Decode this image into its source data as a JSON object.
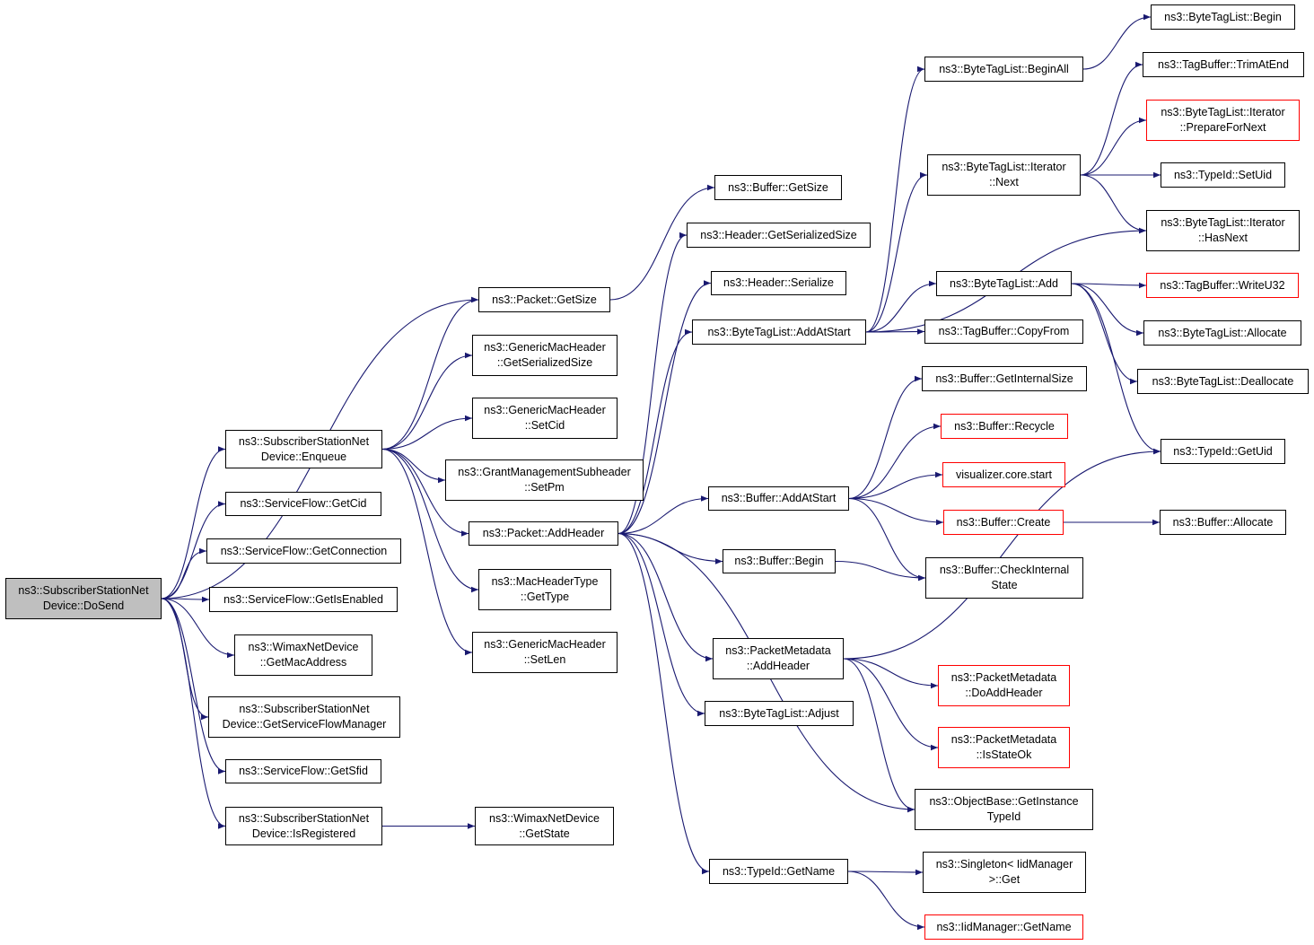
{
  "colors": {
    "edge": "#191970",
    "border": "#000000",
    "truncated": "#ff0000",
    "root_fill": "#bfbfbf"
  },
  "nodes": [
    {
      "id": "dosend",
      "lines": [
        "ns3::SubscriberStationNet",
        "Device::DoSend"
      ],
      "root": true
    },
    {
      "id": "enqueue",
      "lines": [
        "ns3::SubscriberStationNet",
        "Device::Enqueue"
      ]
    },
    {
      "id": "sf_getcid",
      "lines": [
        "ns3::ServiceFlow::GetCid"
      ]
    },
    {
      "id": "sf_getconnection",
      "lines": [
        "ns3::ServiceFlow::GetConnection"
      ]
    },
    {
      "id": "sf_getisenabled",
      "lines": [
        "ns3::ServiceFlow::GetIsEnabled"
      ]
    },
    {
      "id": "wimax_getmac",
      "lines": [
        "ns3::WimaxNetDevice",
        "::GetMacAddress"
      ]
    },
    {
      "id": "ss_getsfm",
      "lines": [
        "ns3::SubscriberStationNet",
        "Device::GetServiceFlowManager"
      ]
    },
    {
      "id": "sf_getsfid",
      "lines": [
        "ns3::ServiceFlow::GetSfid"
      ]
    },
    {
      "id": "ss_isregistered",
      "lines": [
        "ns3::SubscriberStationNet",
        "Device::IsRegistered"
      ]
    },
    {
      "id": "wimax_getstate",
      "lines": [
        "ns3::WimaxNetDevice",
        "::GetState"
      ]
    },
    {
      "id": "packet_getsize",
      "lines": [
        "ns3::Packet::GetSize"
      ]
    },
    {
      "id": "gmh_getserializedsize",
      "lines": [
        "ns3::GenericMacHeader",
        "::GetSerializedSize"
      ]
    },
    {
      "id": "gmh_setcid",
      "lines": [
        "ns3::GenericMacHeader",
        "::SetCid"
      ]
    },
    {
      "id": "gms_setpm",
      "lines": [
        "ns3::GrantManagementSubheader",
        "::SetPm"
      ]
    },
    {
      "id": "packet_addheader",
      "lines": [
        "ns3::Packet::AddHeader"
      ]
    },
    {
      "id": "mht_gettype",
      "lines": [
        "ns3::MacHeaderType",
        "::GetType"
      ]
    },
    {
      "id": "gmh_setlen",
      "lines": [
        "ns3::GenericMacHeader",
        "::SetLen"
      ]
    },
    {
      "id": "buffer_getsize",
      "lines": [
        "ns3::Buffer::GetSize"
      ]
    },
    {
      "id": "header_getserializedsize",
      "lines": [
        "ns3::Header::GetSerializedSize"
      ]
    },
    {
      "id": "header_serialize",
      "lines": [
        "ns3::Header::Serialize"
      ]
    },
    {
      "id": "btl_addatstart",
      "lines": [
        "ns3::ByteTagList::AddAtStart"
      ]
    },
    {
      "id": "buffer_addatstart",
      "lines": [
        "ns3::Buffer::AddAtStart"
      ]
    },
    {
      "id": "buffer_begin",
      "lines": [
        "ns3::Buffer::Begin"
      ]
    },
    {
      "id": "pm_addheader",
      "lines": [
        "ns3::PacketMetadata",
        "::AddHeader"
      ]
    },
    {
      "id": "btl_adjust",
      "lines": [
        "ns3::ByteTagList::Adjust"
      ]
    },
    {
      "id": "typeid_getname",
      "lines": [
        "ns3::TypeId::GetName"
      ]
    },
    {
      "id": "btl_beginall",
      "lines": [
        "ns3::ByteTagList::BeginAll"
      ]
    },
    {
      "id": "btl_iter_next",
      "lines": [
        "ns3::ByteTagList::Iterator",
        "::Next"
      ]
    },
    {
      "id": "btl_add",
      "lines": [
        "ns3::ByteTagList::Add"
      ]
    },
    {
      "id": "tb_copyfrom",
      "lines": [
        "ns3::TagBuffer::CopyFrom"
      ]
    },
    {
      "id": "buffer_getinternalsize",
      "lines": [
        "ns3::Buffer::GetInternalSize"
      ]
    },
    {
      "id": "buffer_recycle",
      "lines": [
        "ns3::Buffer::Recycle"
      ],
      "red": true
    },
    {
      "id": "viz_start",
      "lines": [
        "visualizer.core.start"
      ],
      "red": true
    },
    {
      "id": "buffer_create",
      "lines": [
        "ns3::Buffer::Create"
      ],
      "red": true
    },
    {
      "id": "buffer_checkinternalstate",
      "lines": [
        "ns3::Buffer::CheckInternal",
        "State"
      ]
    },
    {
      "id": "pm_doaddheader",
      "lines": [
        "ns3::PacketMetadata",
        "::DoAddHeader"
      ],
      "red": true
    },
    {
      "id": "pm_isstateok",
      "lines": [
        "ns3::PacketMetadata",
        "::IsStateOk"
      ],
      "red": true
    },
    {
      "id": "ob_getinstancetypeid",
      "lines": [
        "ns3::ObjectBase::GetInstance",
        "TypeId"
      ]
    },
    {
      "id": "singleton_get",
      "lines": [
        "ns3::Singleton< IidManager",
        " >::Get"
      ]
    },
    {
      "id": "iidmanager_getname",
      "lines": [
        "ns3::IidManager::GetName"
      ],
      "red": true
    },
    {
      "id": "btl_begin",
      "lines": [
        "ns3::ByteTagList::Begin"
      ]
    },
    {
      "id": "tb_trimatend",
      "lines": [
        "ns3::TagBuffer::TrimAtEnd"
      ]
    },
    {
      "id": "btl_iter_preparefornext",
      "lines": [
        "ns3::ByteTagList::Iterator",
        "::PrepareForNext"
      ],
      "red": true
    },
    {
      "id": "typeid_setuid",
      "lines": [
        "ns3::TypeId::SetUid"
      ]
    },
    {
      "id": "btl_iter_hasnext",
      "lines": [
        "ns3::ByteTagList::Iterator",
        "::HasNext"
      ]
    },
    {
      "id": "tb_writeu32",
      "lines": [
        "ns3::TagBuffer::WriteU32"
      ],
      "red": true
    },
    {
      "id": "btl_allocate",
      "lines": [
        "ns3::ByteTagList::Allocate"
      ]
    },
    {
      "id": "btl_deallocate",
      "lines": [
        "ns3::ByteTagList::Deallocate"
      ]
    },
    {
      "id": "typeid_getuid",
      "lines": [
        "ns3::TypeId::GetUid"
      ]
    },
    {
      "id": "buffer_allocate",
      "lines": [
        "ns3::Buffer::Allocate"
      ]
    }
  ],
  "edges": [
    [
      "dosend",
      "packet_getsize"
    ],
    [
      "dosend",
      "enqueue"
    ],
    [
      "dosend",
      "sf_getcid"
    ],
    [
      "dosend",
      "sf_getconnection"
    ],
    [
      "dosend",
      "sf_getisenabled"
    ],
    [
      "dosend",
      "wimax_getmac"
    ],
    [
      "dosend",
      "ss_getsfm"
    ],
    [
      "dosend",
      "sf_getsfid"
    ],
    [
      "dosend",
      "ss_isregistered"
    ],
    [
      "ss_isregistered",
      "wimax_getstate"
    ],
    [
      "enqueue",
      "packet_getsize"
    ],
    [
      "enqueue",
      "gmh_getserializedsize"
    ],
    [
      "enqueue",
      "gmh_setcid"
    ],
    [
      "enqueue",
      "gms_setpm"
    ],
    [
      "enqueue",
      "packet_addheader"
    ],
    [
      "enqueue",
      "mht_gettype"
    ],
    [
      "enqueue",
      "gmh_setlen"
    ],
    [
      "packet_getsize",
      "buffer_getsize"
    ],
    [
      "packet_addheader",
      "header_getserializedsize"
    ],
    [
      "packet_addheader",
      "header_serialize"
    ],
    [
      "packet_addheader",
      "btl_addatstart"
    ],
    [
      "packet_addheader",
      "buffer_addatstart"
    ],
    [
      "packet_addheader",
      "buffer_begin"
    ],
    [
      "packet_addheader",
      "pm_addheader"
    ],
    [
      "packet_addheader",
      "btl_adjust"
    ],
    [
      "packet_addheader",
      "ob_getinstancetypeid"
    ],
    [
      "packet_addheader",
      "typeid_getname"
    ],
    [
      "btl_addatstart",
      "btl_beginall"
    ],
    [
      "btl_addatstart",
      "btl_iter_next"
    ],
    [
      "btl_addatstart",
      "btl_iter_hasnext"
    ],
    [
      "btl_addatstart",
      "btl_add"
    ],
    [
      "btl_addatstart",
      "tb_copyfrom"
    ],
    [
      "btl_beginall",
      "btl_begin"
    ],
    [
      "btl_iter_next",
      "tb_trimatend"
    ],
    [
      "btl_iter_next",
      "btl_iter_preparefornext"
    ],
    [
      "btl_iter_next",
      "typeid_setuid"
    ],
    [
      "btl_iter_next",
      "btl_iter_hasnext"
    ],
    [
      "btl_add",
      "tb_writeu32"
    ],
    [
      "btl_add",
      "btl_allocate"
    ],
    [
      "btl_add",
      "btl_deallocate"
    ],
    [
      "btl_add",
      "typeid_getuid"
    ],
    [
      "buffer_addatstart",
      "buffer_getinternalsize"
    ],
    [
      "buffer_addatstart",
      "buffer_recycle"
    ],
    [
      "buffer_addatstart",
      "viz_start"
    ],
    [
      "buffer_addatstart",
      "buffer_create"
    ],
    [
      "buffer_addatstart",
      "buffer_checkinternalstate"
    ],
    [
      "buffer_create",
      "buffer_allocate"
    ],
    [
      "buffer_begin",
      "buffer_checkinternalstate"
    ],
    [
      "pm_addheader",
      "typeid_getuid"
    ],
    [
      "pm_addheader",
      "pm_doaddheader"
    ],
    [
      "pm_addheader",
      "pm_isstateok"
    ],
    [
      "pm_addheader",
      "ob_getinstancetypeid"
    ],
    [
      "typeid_getname",
      "singleton_get"
    ],
    [
      "typeid_getname",
      "iidmanager_getname"
    ]
  ]
}
